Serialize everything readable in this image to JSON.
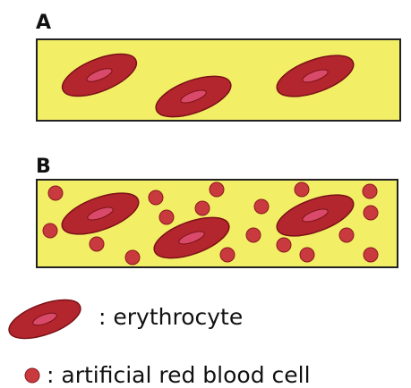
{
  "panels": [
    {
      "label": "A",
      "artificial_cells_present": false
    },
    {
      "label": "B",
      "artificial_cells_present": true
    }
  ],
  "legend": {
    "erythrocyte": ": erythrocyte",
    "artificial": ": artificial red blood cell"
  },
  "colors": {
    "plasma": "#f2ee66",
    "erythrocyte": "#b4262e",
    "erythrocyte_core": "#d94a6a",
    "artificial_cell": "#c93a3e",
    "outline": "#222222"
  }
}
